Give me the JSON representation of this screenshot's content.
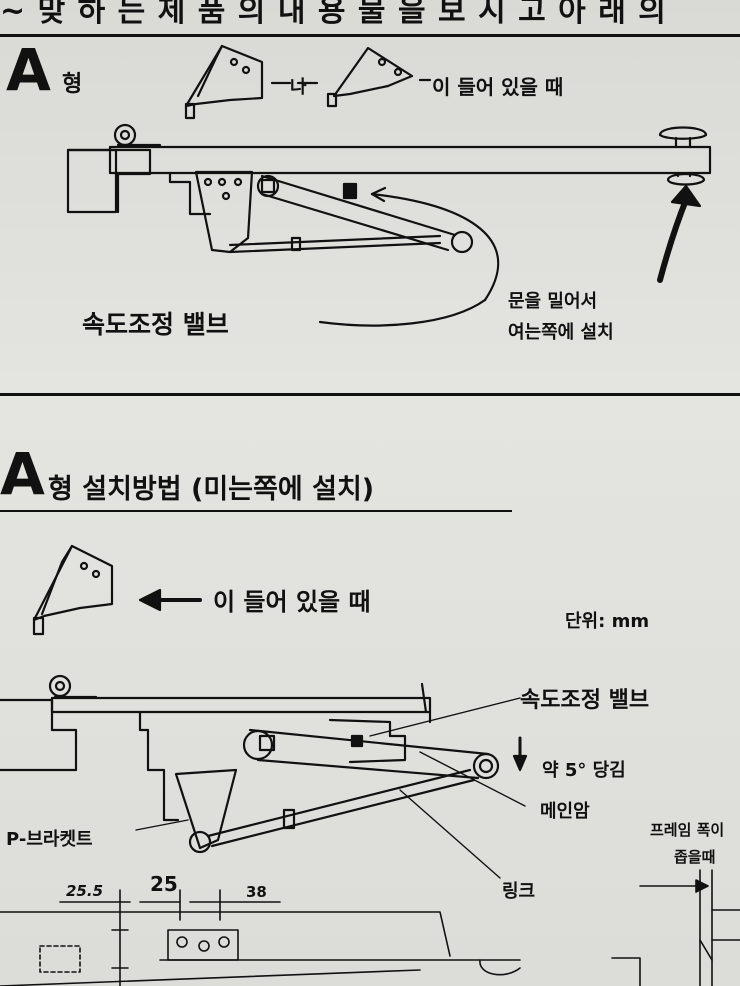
{
  "header": {
    "partial_text": "~ 맞 하 는  제 품 의  내 용 물 을  보 시 고  아 래 의"
  },
  "section1": {
    "type_letter": "A",
    "type_suffix": "형",
    "or_text": "나",
    "when_text": "이 들어 있을 때",
    "valve_label": "속도조정 밸브",
    "install_note_line1": "문을 밀어서",
    "install_note_line2": "여는쪽에 설치"
  },
  "section2": {
    "type_letter": "A",
    "title": "형 설치방법 (미는쪽에 설치)",
    "when_text": "이 들어 있을 때",
    "unit": "단위: mm",
    "valve_label": "속도조정 밸브",
    "pull_note": "약 5° 당김",
    "main_arm": "메인암",
    "bracket": "P-브라켓트",
    "link": "링크",
    "frame_note_line1": "프레임 폭이",
    "frame_note_line2": "좁을때",
    "dims": {
      "d1": "25.5",
      "d2": "25",
      "d3": "38"
    }
  }
}
